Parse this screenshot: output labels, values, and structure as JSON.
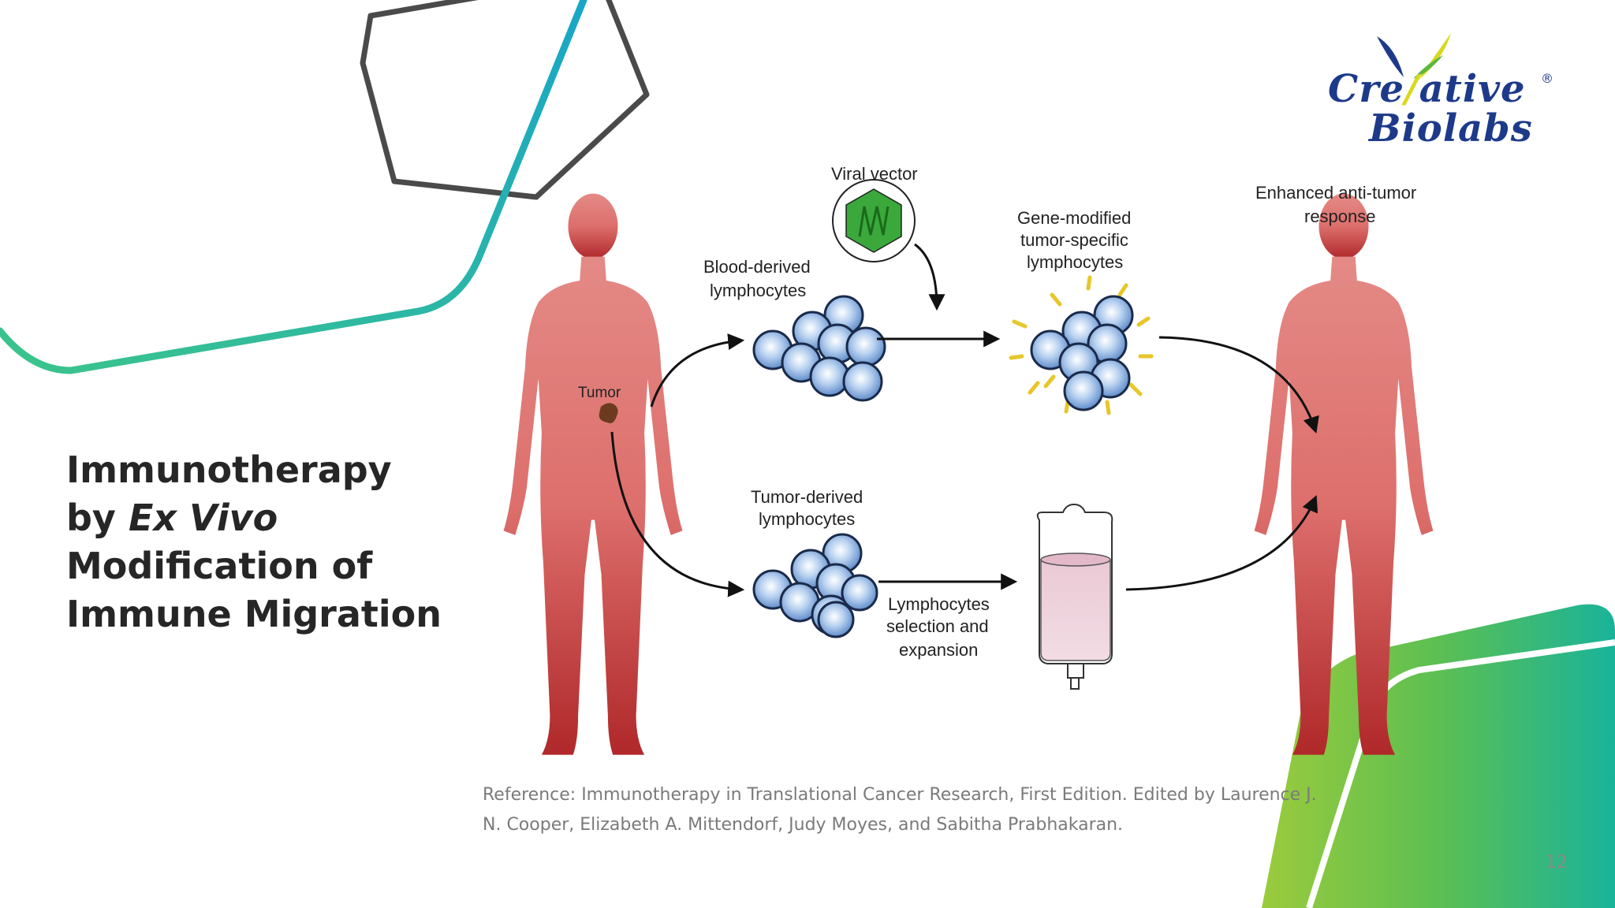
{
  "slide": {
    "title_lines": [
      "Immunotherapy",
      "Modification of",
      "Immune Migration"
    ],
    "title_line2_prefix": "by ",
    "title_line2_italic": "Ex Vivo",
    "reference_line1": "Reference: Immunotherapy in Translational Cancer Research, First Edition. Edited by Laurence J.",
    "reference_line2": "N. Cooper, Elizabeth A. Mittendorf, Judy Moyes, and Sabitha Prabhakaran.",
    "page_number": "12"
  },
  "logo": {
    "line1": "Cre",
    "line1b": "ative",
    "line2": "Biolabs",
    "registered": "®"
  },
  "diagram": {
    "tumor_label": "Tumor",
    "viral_vector_label": "Viral vector",
    "blood_lymphocytes_label": [
      "Blood-derived",
      "lymphocytes"
    ],
    "gene_modified_label": [
      "Gene-modified",
      "tumor-specific",
      "lymphocytes"
    ],
    "enhanced_label": [
      "Enhanced anti-tumor",
      "response"
    ],
    "tumor_lymphocytes_label": [
      "Tumor-derived",
      "lymphocytes"
    ],
    "selection_label": [
      "Lymphocytes",
      "selection and",
      "expansion"
    ]
  },
  "colors": {
    "title": "#262626",
    "reference": "#7a7a7a",
    "logo_blue": "#1d3a8a",
    "accent_teal": "#1aa9c4",
    "accent_green": "#8cc63f",
    "body_top": "#e48a86",
    "body_bottom": "#b0282a",
    "cell_blue": "#4a8fd0",
    "virus_green": "#3aa83a",
    "receptor_yellow": "#f0d040"
  }
}
